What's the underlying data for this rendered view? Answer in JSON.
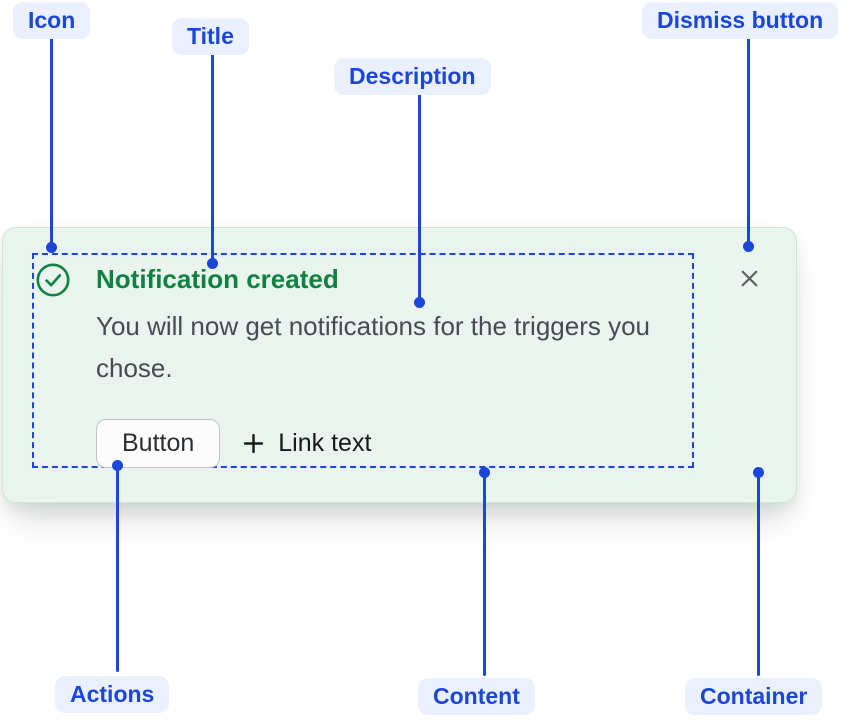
{
  "annotations": {
    "icon": "Icon",
    "title": "Title",
    "description": "Description",
    "dismiss": "Dismiss button",
    "actions": "Actions",
    "content": "Content",
    "container": "Container"
  },
  "notification": {
    "title": "Notification created",
    "description": "You will now get notifications for the triggers you chose.",
    "actions": {
      "button_label": "Button",
      "link_label": "Link text",
      "link_prefix_icon": "plus-icon"
    },
    "status_icon": "check-circle-icon",
    "dismiss_icon": "close-icon"
  },
  "colors": {
    "annotation_blue": "#1C46D9",
    "annotation_pill_bg": "#EAF0FD",
    "success_green": "#0F8141",
    "container_bg": "#E8F4ED",
    "container_border": "#CBE7D6",
    "description_text": "#454C54",
    "button_border": "#BDC3C7",
    "dismiss_icon_gray": "#5C5F64"
  }
}
